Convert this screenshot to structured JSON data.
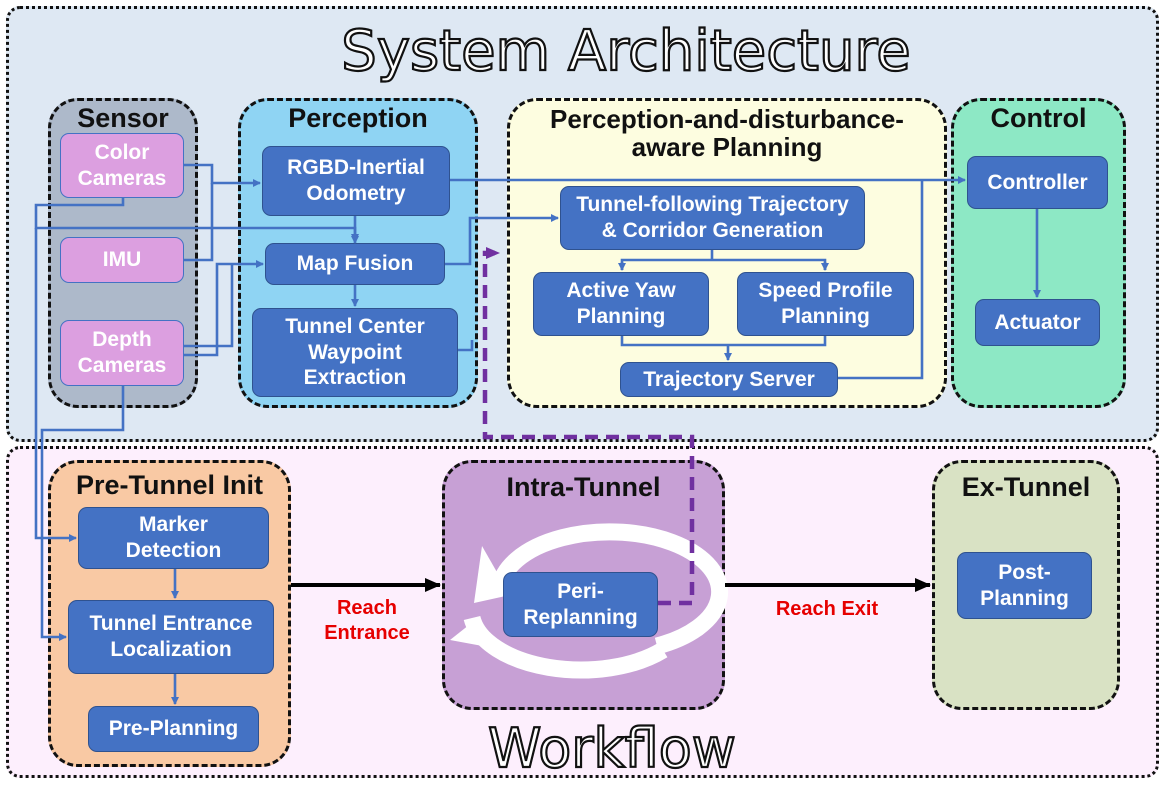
{
  "sections": {
    "system_title": "System Architecture",
    "workflow_title": "Workflow"
  },
  "colors": {
    "node_blue": "#4472c4",
    "arrow_blue": "#4472c4",
    "sensor_pink": "#dc9fe0",
    "replan_purple": "#7030a0",
    "label_red": "#e60000"
  },
  "groups": {
    "sensor": "Sensor",
    "perception": "Perception",
    "planning": "Perception-and-disturbance-\naware Planning",
    "control": "Control",
    "pre_tunnel": "Pre-Tunnel Init",
    "intra_tunnel": "Intra-Tunnel",
    "ex_tunnel": "Ex-Tunnel"
  },
  "nodes": {
    "color_cameras": "Color\nCameras",
    "imu": "IMU",
    "depth_cameras": "Depth\nCameras",
    "rgbd_odometry": "RGBD-Inertial\nOdometry",
    "map_fusion": "Map Fusion",
    "tunnel_center": "Tunnel Center\nWaypoint\nExtraction",
    "trajectory_gen": "Tunnel-following Trajectory\n& Corridor Generation",
    "active_yaw": "Active Yaw\nPlanning",
    "speed_profile": "Speed Profile\nPlanning",
    "trajectory_server": "Trajectory Server",
    "controller": "Controller",
    "actuator": "Actuator",
    "marker_detection": "Marker\nDetection",
    "entrance_localization": "Tunnel Entrance\nLocalization",
    "pre_planning": "Pre-Planning",
    "peri_replanning": "Peri-\nReplanning",
    "post_planning": "Post-\nPlanning"
  },
  "transitions": {
    "reach_entrance": "Reach\nEntrance",
    "reach_exit": "Reach Exit"
  }
}
